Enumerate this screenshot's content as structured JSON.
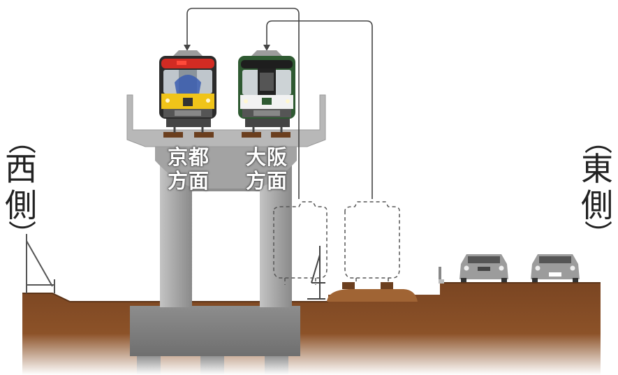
{
  "labels": {
    "west_open": "（",
    "west": "西",
    "west_side": "側",
    "west_close": "）",
    "east_open": "（",
    "east": "東",
    "east_side": "側",
    "east_close": "）",
    "kyoto_line1": "京都",
    "kyoto_line2": "方面",
    "osaka_line1": "大阪",
    "osaka_line2": "方面"
  },
  "colors": {
    "ground": "#8a4f26",
    "ground_light": "#b57a48",
    "concrete": "#a9a9a9",
    "concrete_dark": "#7d7d7d",
    "kyoto_train_red": "#d22b23",
    "kyoto_train_yellow": "#f0c419",
    "osaka_train_green": "#2f5a32",
    "arrow": "#444444"
  },
  "icons": {
    "kyoto_train": "train-front-icon",
    "osaka_train": "train-front-icon",
    "ghost_trains": "train-outline-icon",
    "cars": "car-front-icon"
  }
}
